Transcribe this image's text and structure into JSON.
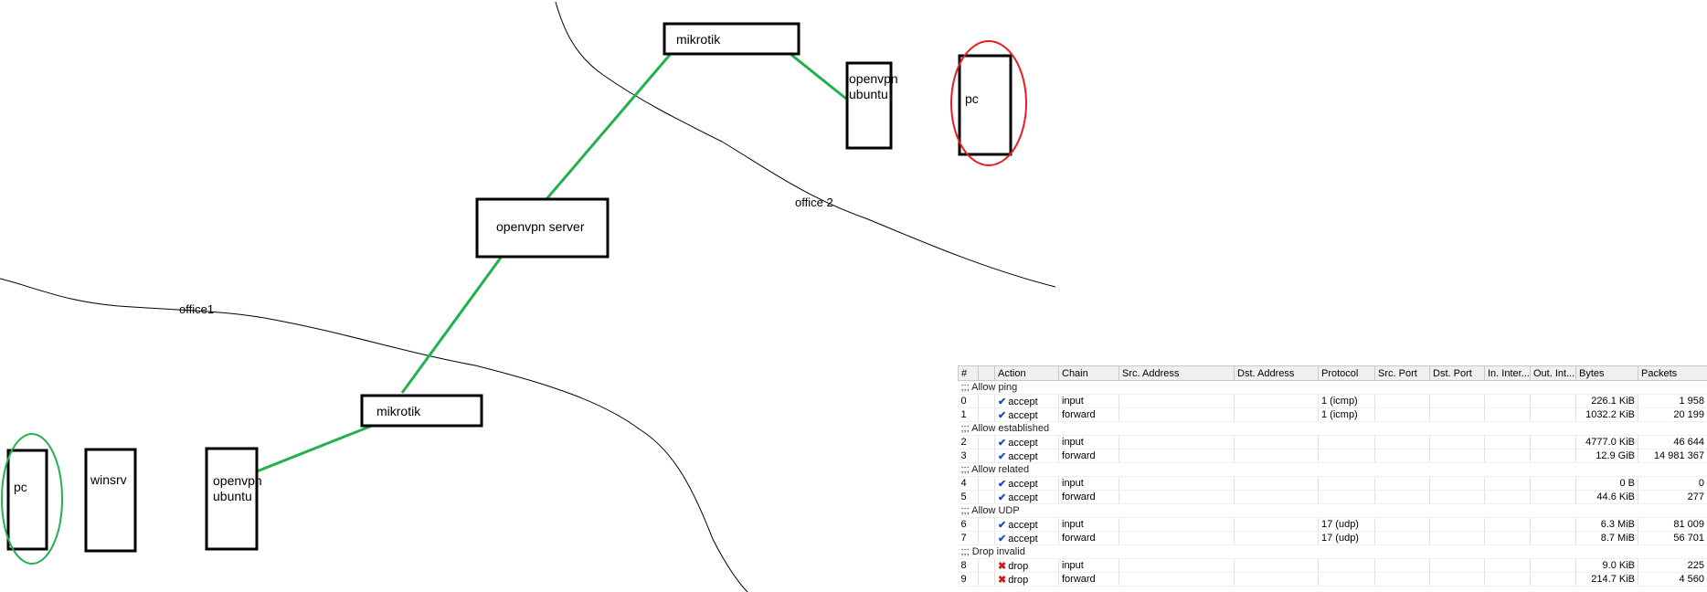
{
  "zones": {
    "office1": "office1",
    "office2": "office 2"
  },
  "nodes": {
    "mikrotik_office2": "mikrotik",
    "openvpn_ubuntu_office2": [
      "openvpn",
      "ubuntu"
    ],
    "pc_office2": "pc",
    "openvpn_server": "openvpn server",
    "mikrotik_office1": "mikrotik",
    "pc_office1": "pc",
    "winsrv": "winsrv",
    "openvpn_ubuntu_office1": [
      "openvpn",
      "ubuntu"
    ]
  },
  "colors": {
    "link": "#22b14c",
    "highlight_red": "#e81c23",
    "highlight_green": "#22b14c",
    "accept_icon": "#1b47c9",
    "drop_icon": "#d21a1a"
  },
  "icons": {
    "accept": "check-icon",
    "drop": "cross-icon"
  },
  "firewall": {
    "columns": [
      "#",
      "",
      "Action",
      "Chain",
      "Src. Address",
      "Dst. Address",
      "Protocol",
      "Src. Port",
      "Dst. Port",
      "In. Inter...",
      "Out. Int...",
      "Bytes",
      "Packets"
    ],
    "rows": [
      {
        "comment": ";;; Allow ping"
      },
      {
        "n": "0",
        "action": "accept",
        "chain": "input",
        "protocol": "1 (icmp)",
        "bytes": "226.1 KiB",
        "packets": "1 958"
      },
      {
        "n": "1",
        "action": "accept",
        "chain": "forward",
        "protocol": "1 (icmp)",
        "bytes": "1032.2 KiB",
        "packets": "20 199"
      },
      {
        "comment": ";;; Allow established"
      },
      {
        "n": "2",
        "action": "accept",
        "chain": "input",
        "protocol": "",
        "bytes": "4777.0 KiB",
        "packets": "46 644"
      },
      {
        "n": "3",
        "action": "accept",
        "chain": "forward",
        "protocol": "",
        "bytes": "12.9 GiB",
        "packets": "14 981 367"
      },
      {
        "comment": ";;; Allow related"
      },
      {
        "n": "4",
        "action": "accept",
        "chain": "input",
        "protocol": "",
        "bytes": "0 B",
        "packets": "0"
      },
      {
        "n": "5",
        "action": "accept",
        "chain": "forward",
        "protocol": "",
        "bytes": "44.6 KiB",
        "packets": "277"
      },
      {
        "comment": ";;; Allow UDP"
      },
      {
        "n": "6",
        "action": "accept",
        "chain": "input",
        "protocol": "17 (udp)",
        "bytes": "6.3 MiB",
        "packets": "81 009"
      },
      {
        "n": "7",
        "action": "accept",
        "chain": "forward",
        "protocol": "17 (udp)",
        "bytes": "8.7 MiB",
        "packets": "56 701"
      },
      {
        "comment": ";;; Drop invalid"
      },
      {
        "n": "8",
        "action": "drop",
        "chain": "input",
        "protocol": "",
        "bytes": "9.0 KiB",
        "packets": "225"
      },
      {
        "n": "9",
        "action": "drop",
        "chain": "forward",
        "protocol": "",
        "bytes": "214.7 KiB",
        "packets": "4 560"
      }
    ]
  }
}
